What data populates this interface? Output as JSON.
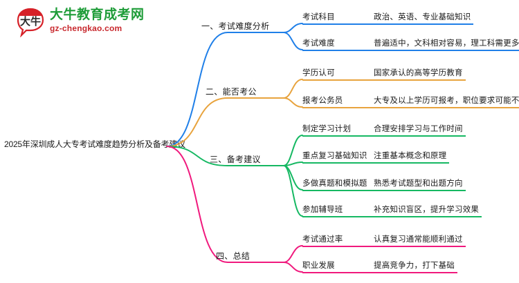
{
  "logo": {
    "mark_label": "大牛",
    "title": "大牛教育成考网",
    "subtitle": "gz-chengkao.com",
    "title_color": "#1e9c38",
    "subtitle_color": "#c8282d",
    "mark_color": "#d62128"
  },
  "mindmap": {
    "center": {
      "label": "2025年深圳成人大专考试难度趋势分析及备考建议"
    },
    "branches": [
      {
        "label": "一、考试难度分析",
        "color": "#1f7fe8",
        "leaves": [
          {
            "key": "考试科目",
            "value": "政治、英语、专业基础知识"
          },
          {
            "key": "考试难度",
            "value": "普遍适中，文科相对容易，理工科需更多时间"
          }
        ]
      },
      {
        "label": "二、能否考公",
        "color": "#e8a33d",
        "leaves": [
          {
            "key": "学历认可",
            "value": "国家承认的高等学历教育"
          },
          {
            "key": "报考公务员",
            "value": "大专及以上学历可报考，职位要求可能不同"
          }
        ]
      },
      {
        "label": "三、备考建议",
        "color": "#15b862",
        "leaves": [
          {
            "key": "制定学习计划",
            "value": "合理安排学习与工作时间"
          },
          {
            "key": "重点复习基础知识",
            "value": "注重基本概念和原理"
          },
          {
            "key": "多做真题和模拟题",
            "value": "熟悉考试题型和出题方向"
          },
          {
            "key": "参加辅导班",
            "value": "补充知识盲区，提升学习效果"
          }
        ]
      },
      {
        "label": "四、总结",
        "color": "#f0197d",
        "leaves": [
          {
            "key": "考试通过率",
            "value": "认真复习通常能顺利通过"
          },
          {
            "key": "职业发展",
            "value": "提高竞争力，打下基础"
          }
        ]
      }
    ]
  }
}
